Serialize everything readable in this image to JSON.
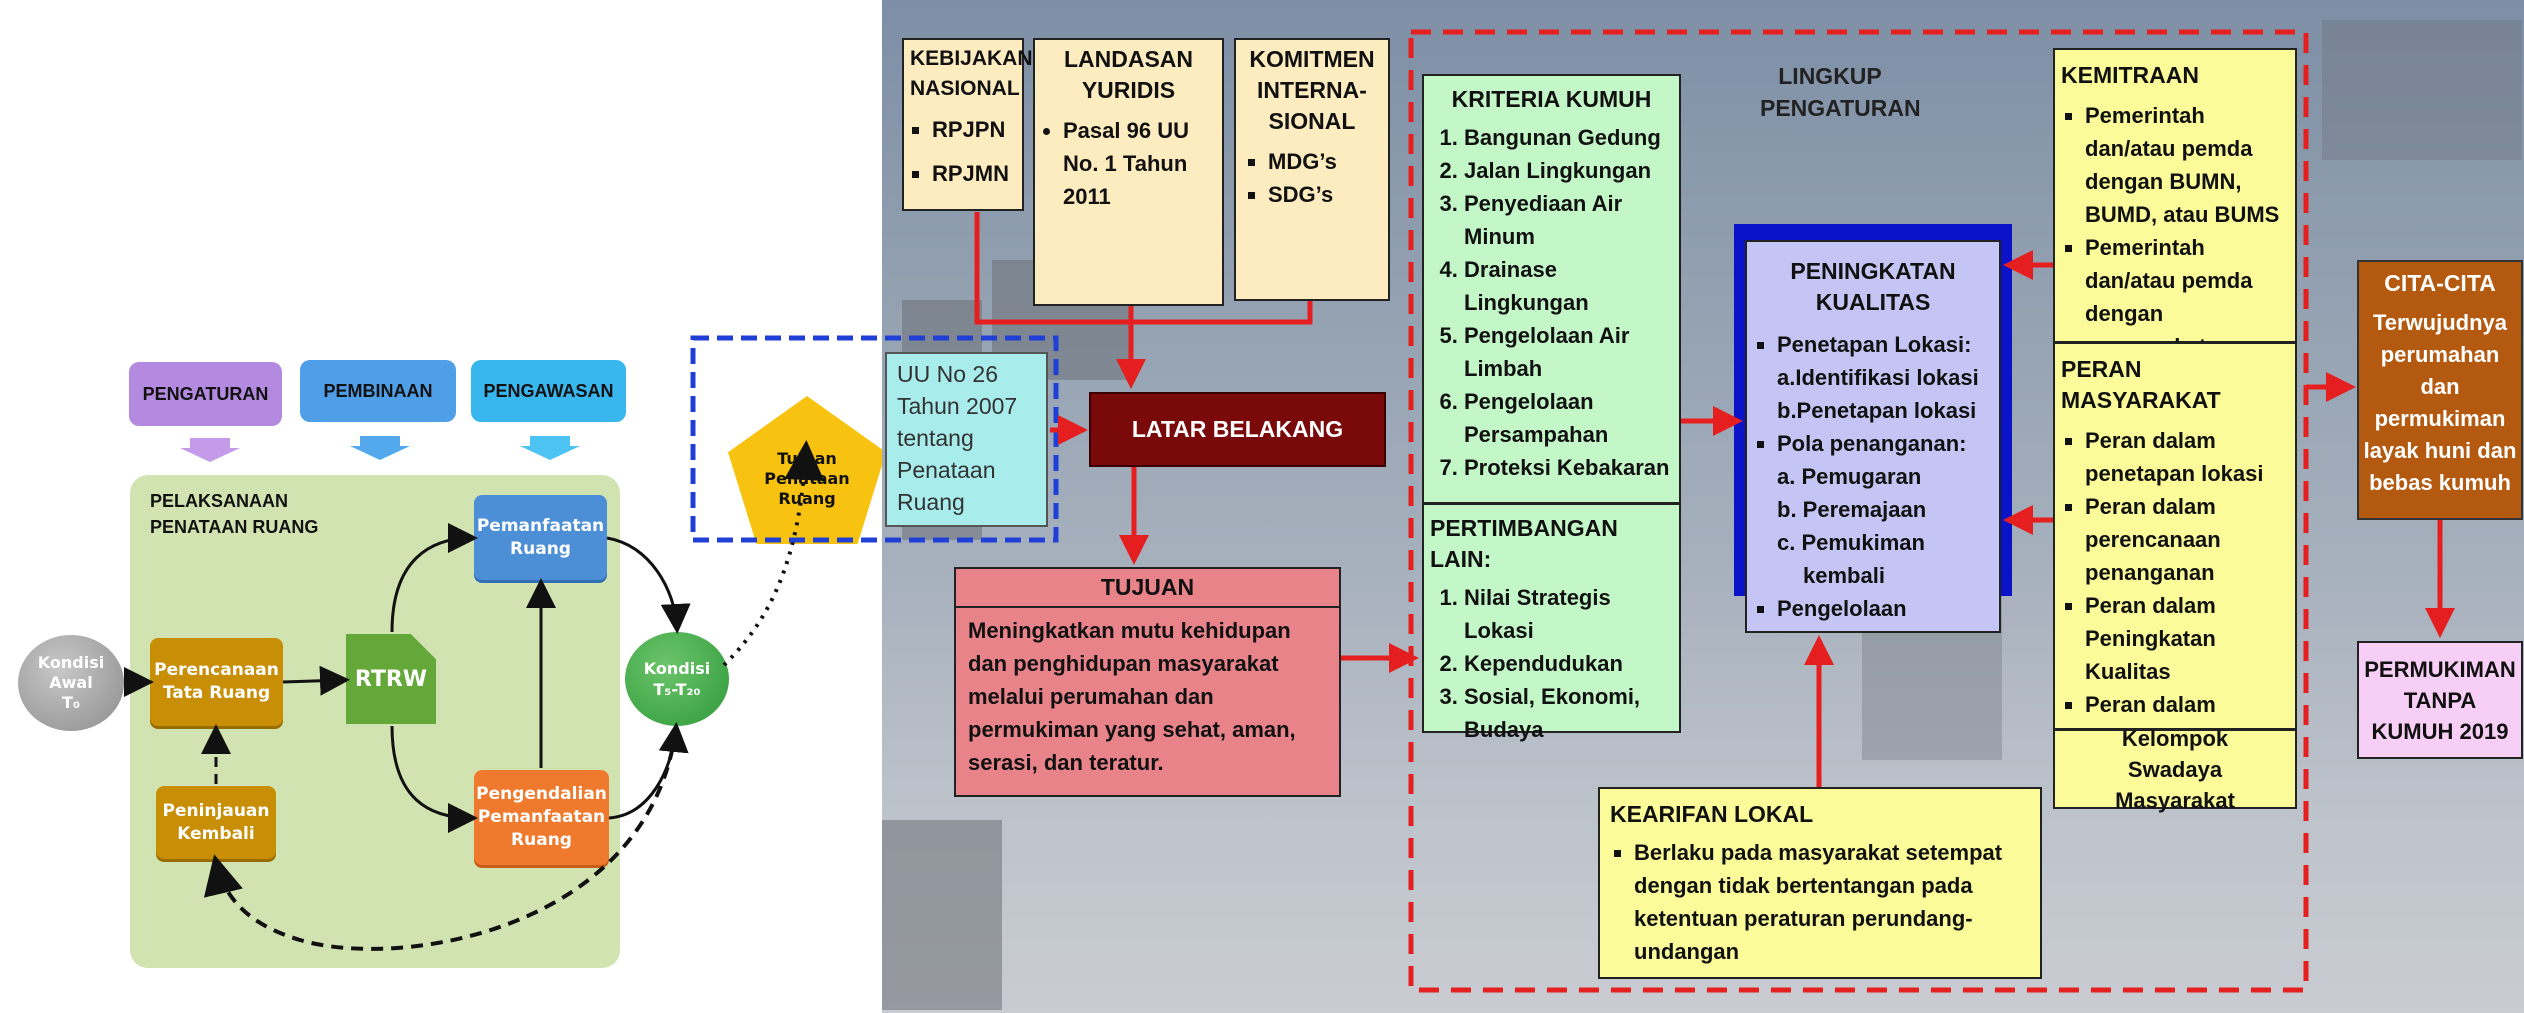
{
  "left": {
    "pengaturan": "PENGATURAN",
    "pembinaan": "PEMBINAAN",
    "pengawasan": "PENGAWASAN",
    "pelaksanaan": "PELAKSANAAN PENATAAN RUANG",
    "kondisi_awal": [
      "Kondisi",
      "Awal",
      "T₀"
    ],
    "perencanaan": "Perencanaan Tata Ruang",
    "rtrw": "RTRW",
    "pemanfaatan": "Pemanfaatan Ruang",
    "pengendalian": "Pengendalian Pemanfaatan Ruang",
    "peninjauan": "Peninjauan Kembali",
    "kondisi_t": [
      "Kondisi",
      "T₅-T₂₀"
    ],
    "tujuan_penataan": "Tujuan Penataan Ruang"
  },
  "right": {
    "uu": "UU No 26 Tahun 2007 tentang Penataan Ruang",
    "kebijakan": {
      "title": "KEBIJAKAN NASIONAL",
      "items": [
        "RPJPN",
        "RPJMN"
      ]
    },
    "landasan": {
      "title": "LANDASAN YURIDIS",
      "items": [
        "Pasal 96 UU No. 1 Tahun 2011"
      ]
    },
    "komitmen": {
      "title": "KOMITMEN INTERNA-SIONAL",
      "items": [
        "MDG’s",
        "SDG’s"
      ]
    },
    "latar": "LATAR BELAKANG",
    "tujuan": {
      "title": "TUJUAN",
      "text": "Meningkatkan mutu kehidupan dan penghidupan masyarakat melalui perumahan dan permukiman yang sehat, aman, serasi, dan teratur."
    },
    "lingkup": "LINGKUP PENGATURAN",
    "kriteria": {
      "title": "KRITERIA KUMUH",
      "items": [
        "Bangunan Gedung",
        "Jalan Lingkungan",
        "Penyediaan Air Minum",
        "Drainase Lingkungan",
        "Pengelolaan Air Limbah",
        "Pengelolaan Persampahan",
        "Proteksi Kebakaran"
      ]
    },
    "pertimbangan": {
      "title": "PERTIMBANGAN LAIN:",
      "items": [
        "Nilai Strategis Lokasi",
        "Kependudukan",
        "Sosial, Ekonomi, Budaya"
      ]
    },
    "peningkatan": {
      "title": "PENINGKATAN KUALITAS",
      "p1": "Penetapan Lokasi:",
      "p1a": "a.Identifikasi lokasi",
      "p1b": "b.Penetapan lokasi",
      "p2": "Pola penanganan:",
      "p2a": "a. Pemugaran",
      "p2b": "b. Peremajaan",
      "p2c": "c. Pemukiman kembali",
      "p3": "Pengelolaan"
    },
    "kemitraan": {
      "title": "KEMITRAAN",
      "items": [
        "Pemerintah dan/atau pemda dengan BUMN, BUMD, atau BUMS",
        "Pemerintah dan/atau pemda dengan masyarakat"
      ]
    },
    "peran": {
      "title": "PERAN MASYARAKAT",
      "items": [
        "Peran dalam penetapan lokasi",
        "Peran dalam perencanaan penanganan",
        "Peran dalam Peningkatan Kualitas",
        "Peran dalam Pengelolaan."
      ]
    },
    "kelompok": "Kelompok Swadaya Masyarakat",
    "kearifan": {
      "title": "KEARIFAN LOKAL",
      "items": [
        "Berlaku pada masyarakat setempat dengan tidak bertentangan pada ketentuan peraturan perundang-undangan"
      ]
    },
    "cita": {
      "title": "CITA-CITA",
      "text": "Terwujudnya perumahan dan permukiman layak huni dan bebas kumuh"
    },
    "permukiman": "PERMUKIMAN TANPA KUMUH 2019"
  },
  "colors": {
    "red_arrow": "#e51f1f",
    "dashed_blue": "#1f3fd6",
    "latar_bg": "#7a0a0a",
    "tujuan_bg": "#e8838a",
    "kriteria_bg": "#c4f7c8",
    "peningkatan_bg": "#c5c5f5",
    "yellow_bg": "#fbfb9a",
    "cita_bg": "#b35a10",
    "permukiman_bg": "#f7cef5"
  }
}
